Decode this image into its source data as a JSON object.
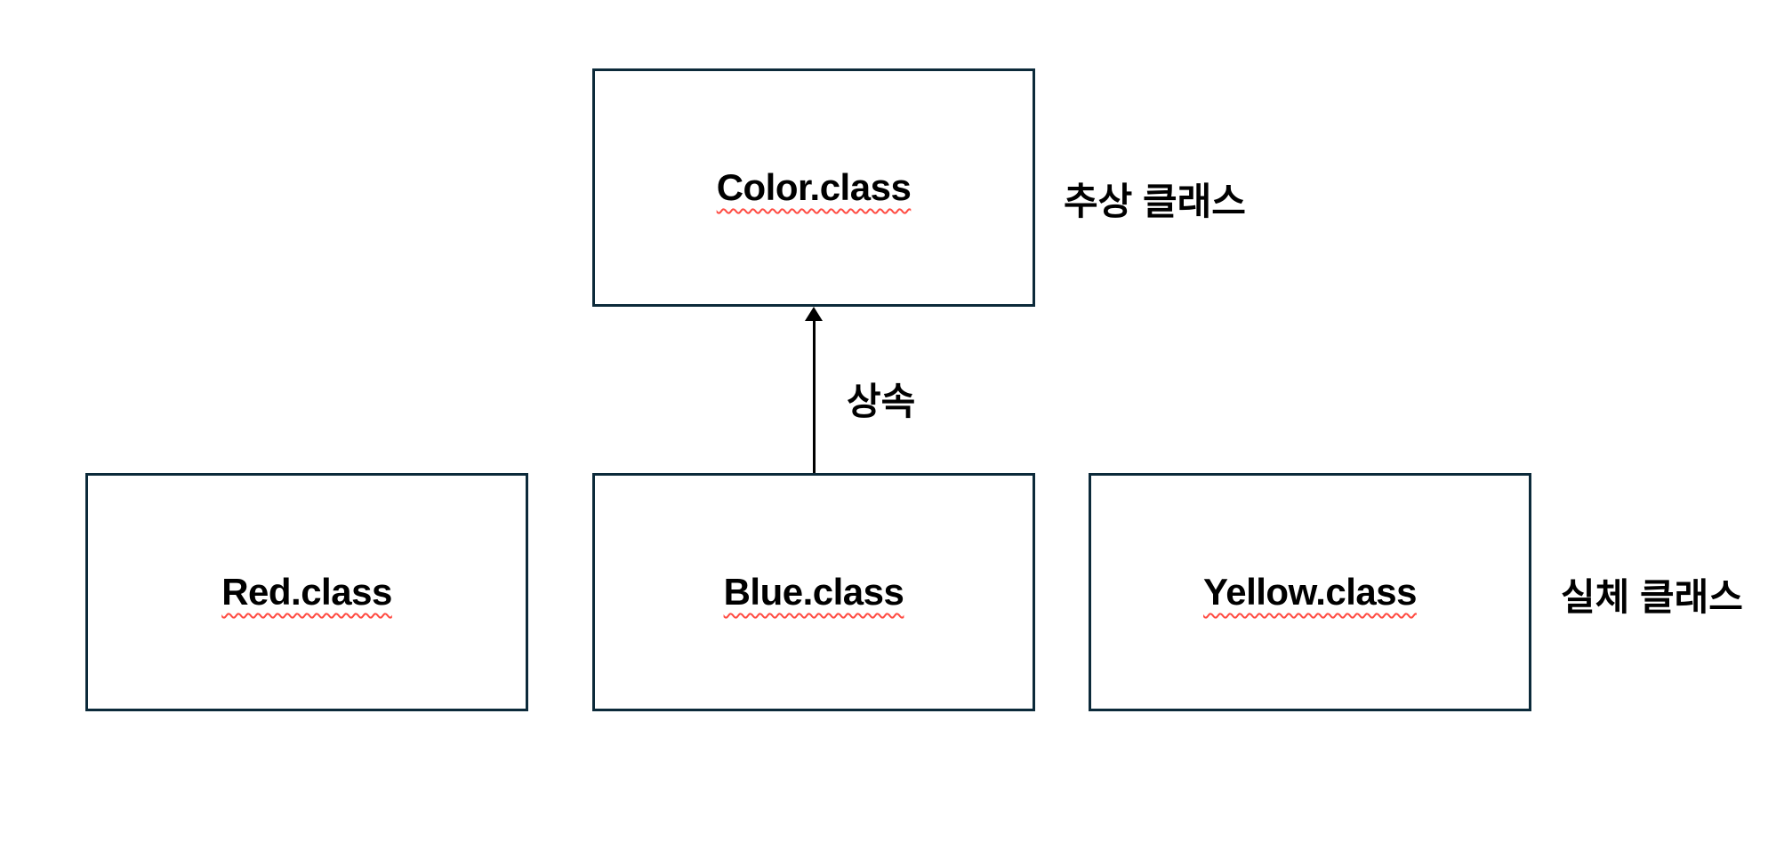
{
  "canvas": {
    "background": "#ffffff"
  },
  "colors": {
    "box_border": "#0c2a3a",
    "text": "#000000",
    "squiggle": "#ff4b42",
    "arrow": "#000000"
  },
  "boxes": [
    {
      "label": "Color.class",
      "role": "abstract-class"
    },
    {
      "label": "Red.class",
      "role": "concrete-class"
    },
    {
      "label": "Blue.class",
      "role": "concrete-class"
    },
    {
      "label": "Yellow.class",
      "role": "concrete-class"
    }
  ],
  "annotations": {
    "abstract_class_label": "추상 클래스",
    "inheritance_arrow_label": "상속",
    "concrete_class_label": "실체 클래스"
  }
}
